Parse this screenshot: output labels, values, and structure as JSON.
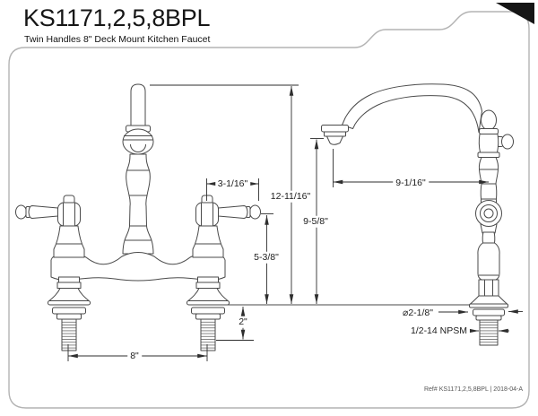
{
  "header": {
    "model": "KS1171,2,5,8BPL",
    "subtitle": "Twin Handles 8\" Deck Mount Kitchen Faucet"
  },
  "dims": {
    "handle_length": "3-1/16\"",
    "overall_height": "12-11/16\"",
    "spout_height": "9-5/8\"",
    "deck_to_spout": "5-3/8\"",
    "shank_length": "2\"",
    "handle_spread": "8\"",
    "spout_reach": "9-1/16\"",
    "base_diameter": "⌀2-1/8\"",
    "thread_size": "1/2-14 NPSM"
  },
  "footer": {
    "ref": "Ref# KS1171,2,5,8BPL | 2018-04-A"
  },
  "colors": {
    "outline": "#4a4a4a",
    "dimension": "#2e2e2e",
    "border": "#b3b3b3",
    "corner_mark": "#151515"
  }
}
